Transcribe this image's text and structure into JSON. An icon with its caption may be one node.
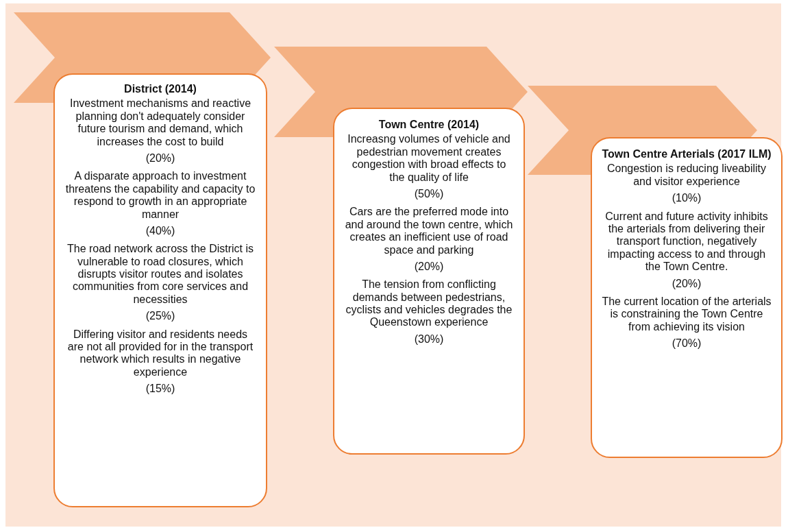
{
  "diagram": {
    "nodes": [
      {
        "text": [
          "District  (2014)",
          "Investment mechanisms and reactive planning don't adequately consider future tourism and demand, which increases the cost to build",
          "(20%)",
          "A disparate approach to investment threatens the capability and capacity to respond to growth in an appropriate manner",
          "(40%)",
          "The road network across the District is vulnerable  to road closures, which disrupts visitor routes and isolates communities from core services and necessities",
          "(25%)",
          "Differing visitor and residents needs are not all provided for in the transport network which results in negative experience",
          "(15%)"
        ]
      },
      {
        "text": [
          "Town Centre (2014)",
          "Increasng volumes of vehicle and pedestrian movement creates congestion with broad effects to the quality of life",
          "(50%)",
          "Cars are the preferred mode into and around the town centre, which creates an inefficient use of road space and parking",
          "(20%)",
          "The tension from conflicting demands between pedestrians, cyclists and vehicles degrades the Queenstown experience",
          "(30%)"
        ]
      },
      {
        "text": [
          "Town Centre Arterials (2017 ILM)",
          "Congestion is reducing liveability and visitor experience",
          "(10%)",
          "Current and future activity inhibits the arterials from delivering their transport function, negatively impacting access to and through the Town Centre.",
          "(20%)",
          "The current location of the arterials is constraining the Town Centre from achieving its vision",
          "(70%)"
        ]
      }
    ]
  }
}
